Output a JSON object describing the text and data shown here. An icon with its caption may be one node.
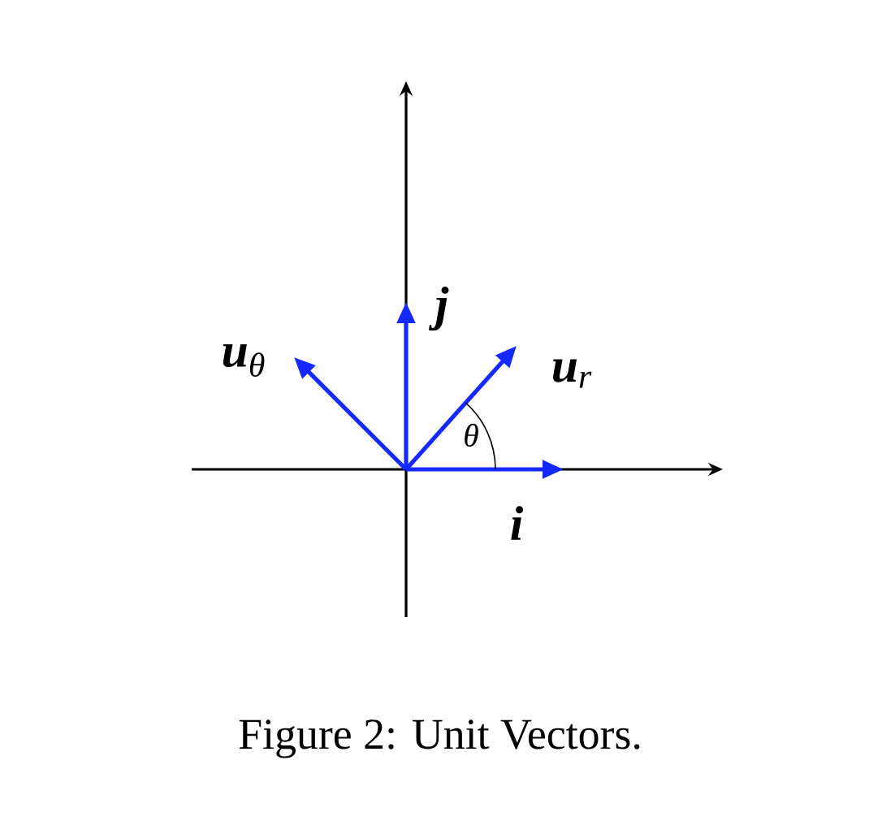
{
  "diagram": {
    "caption": "Figure 2: Unit Vectors.",
    "labels": [
      "**u**$_{θ}$",
      "j",
      "**u**$_{r}$",
      "θ",
      "i"
    ]
  }
}
